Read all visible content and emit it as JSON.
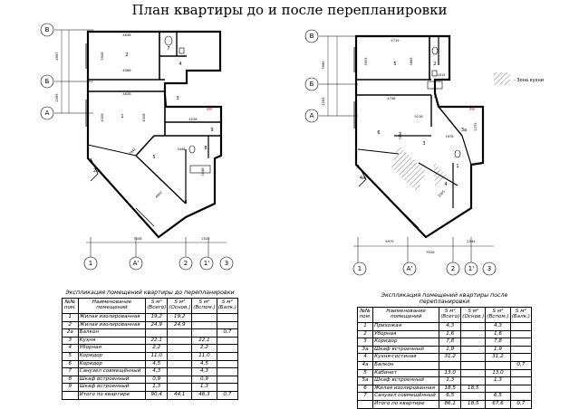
{
  "title": "План квартиры до и после перепланировки",
  "axes": {
    "v": "В",
    "b": "Б",
    "a": "А",
    "n1": "1",
    "na": "А'",
    "n2": "2",
    "n1p": "1'",
    "n3": "3"
  },
  "legend": {
    "kitchen_zone": "- Зона кухни"
  },
  "left_dims": {
    "d1": "4638",
    "d2": "4088",
    "d3": "4638",
    "d4": "4528",
    "d5": "3448",
    "v1": "3908",
    "v2": "4308",
    "v3": "4308",
    "v4": "3048",
    "v5": "2942",
    "b1": "7058",
    "b2": "2521",
    "side1": "4567",
    "side2": "2263",
    "w1": "4902",
    "r1": "2",
    "r2": "1",
    "r3": "3",
    "r4": "7",
    "r5": "9",
    "r6": "4",
    "r7": "8",
    "r8": "5",
    "r9": "2a",
    "r10": "6",
    "mark": "49"
  },
  "right_dims": {
    "d1": "4719",
    "d2": "1815",
    "d3": "4748",
    "d4": "9218",
    "d5": "1678",
    "v1": "3905",
    "v2": "3865",
    "v3": "7658",
    "v4": "2779",
    "v5": "3305",
    "b1": "6975",
    "b2": "2544",
    "b3": "9528",
    "side1": "3966",
    "side2": "2265",
    "r1": "5",
    "r2": "6",
    "r3": "7",
    "r4": "4",
    "r5": "1",
    "r6": "2",
    "r7": "3",
    "r8": "3a",
    "r9": "4a",
    "mark": "49"
  },
  "before": {
    "caption": "Экспликация помещений квартиры до перепланировки",
    "head": [
      "№№ пом.",
      "Наименование помещений",
      "S м² (Всего)",
      "S м² (Основ.)",
      "S м² (Вспом.)",
      "S м² (Балк.)"
    ],
    "rows": [
      [
        "1",
        "Жилая изолированная",
        "19,2",
        "19,2",
        "",
        ""
      ],
      [
        "2",
        "Жилая изолированная",
        "24,9",
        "24,9",
        "",
        ""
      ],
      [
        "2а",
        "Балкон",
        "",
        "",
        "",
        "0,7"
      ],
      [
        "3",
        "Кухня",
        "22,1",
        "",
        "22,1",
        ""
      ],
      [
        "4",
        "Уборная",
        "2,2",
        "",
        "2,2",
        ""
      ],
      [
        "5",
        "Коридор",
        "11,0",
        "",
        "11,0",
        ""
      ],
      [
        "6",
        "Коридор",
        "4,5",
        "",
        "4,5",
        ""
      ],
      [
        "7",
        "Санузел совмещённый",
        "4,3",
        "",
        "4,3",
        ""
      ],
      [
        "8",
        "Шкаф встроенный",
        "0,9",
        "",
        "0,9",
        ""
      ],
      [
        "9",
        "Шкаф встроенный",
        "1,3",
        "",
        "1,3",
        ""
      ],
      [
        "",
        "Итого по квартире",
        "90,4",
        "44,1",
        "46,3",
        "0,7"
      ]
    ]
  },
  "after": {
    "caption": "Экспликация помещений квартиры после перепланировки",
    "head": [
      "№№ пом.",
      "Наименование помещений",
      "S м² (Всего)",
      "S м² (Основ.)",
      "S м² (Вспом.)",
      "S м² (Балк.)"
    ],
    "rows": [
      [
        "1",
        "Прихожая",
        "4,3",
        "",
        "4,3",
        ""
      ],
      [
        "2",
        "Уборная",
        "1,6",
        "",
        "1,6",
        ""
      ],
      [
        "3",
        "Коридор",
        "7,8",
        "",
        "7,8",
        ""
      ],
      [
        "3а",
        "Шкаф встроенный",
        "1,9",
        "",
        "1,9",
        ""
      ],
      [
        "4",
        "Кухня-гостиная",
        "31,2",
        "",
        "31,2",
        ""
      ],
      [
        "4а",
        "Балкон",
        "",
        "",
        "",
        "0,7"
      ],
      [
        "5",
        "Кабинет",
        "13,0",
        "",
        "13,0",
        ""
      ],
      [
        "5а",
        "Шкаф встроенный",
        "1,3",
        "",
        "1,3",
        ""
      ],
      [
        "6",
        "Жилая изолированная",
        "18,5",
        "18,5",
        "",
        ""
      ],
      [
        "7",
        "Санузел совмещённый",
        "6,5",
        "",
        "6,5",
        ""
      ],
      [
        "",
        "Итого по квартире",
        "86,1",
        "18,5",
        "67,6",
        "0,7"
      ]
    ]
  }
}
